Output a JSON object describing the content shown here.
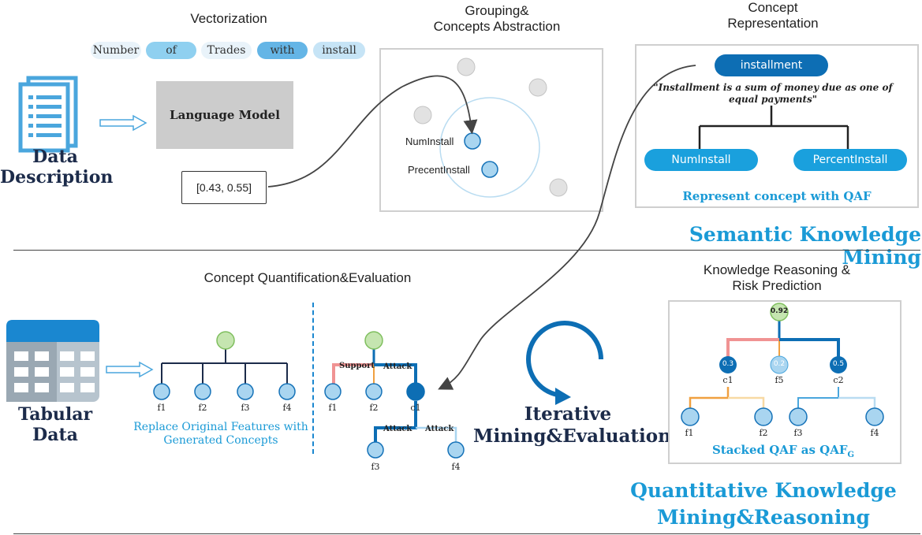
{
  "semantic": {
    "vectorization_title": "Vectorization",
    "tokens": [
      "Number",
      "of",
      "Trades",
      "with",
      "install"
    ],
    "language_model": "Language Model",
    "vector": "[0.43, 0.55]",
    "data_description": "Data\nDescription",
    "grouping_title": "Grouping&\nConcepts Abstraction",
    "cluster_labels": [
      "NumInstall",
      "PrecentInstall"
    ],
    "concept_title": "Concept\nRepresentation",
    "concept_root": "installment",
    "definition": "\"Installment is a sum of money due as one of equal payments\"",
    "concept_children": [
      "NumInstall",
      "PercentInstall"
    ],
    "represent_caption": "Represent concept with QAF",
    "section_title": "Semantic Knowledge Mining"
  },
  "quantitative": {
    "tabular_data": "Tabular\nData",
    "quant_title": "Concept Quantification&Evaluation",
    "left_tree_leaves": [
      "f1",
      "f2",
      "f3",
      "f4"
    ],
    "replace_caption": "Replace Original Features with\nGenerated Concepts",
    "right_tree_leaves": [
      "f1",
      "f2",
      "c1"
    ],
    "right_tree_sub_leaves": [
      "f3",
      "f4"
    ],
    "edge_labels": {
      "support": "Support",
      "attack1": "Attack",
      "attack2": "Attack",
      "attack3": "Attack"
    },
    "iterative_label": "Iterative\nMining&Evaluation",
    "reasoning_title": "Knowledge Reasoning &\nRisk Prediction",
    "qaf_root_value": "0.92",
    "qaf_mid_values": [
      "0.3",
      "0.2",
      "0.5"
    ],
    "qaf_mid_labels": [
      "c1",
      "f5",
      "c2"
    ],
    "qaf_leaves": [
      "f1",
      "f2",
      "f3",
      "f4"
    ],
    "stacked_caption": "Stacked QAF as QAF",
    "stacked_subscript": "G",
    "section_title": "Quantitative Knowledge\nMining&Reasoning"
  },
  "colors": {
    "accent": "#1a9ad6",
    "node_light": "#a9d5f0",
    "node_dark": "#0d6eb4",
    "root_green": "#c5e5b0",
    "support": "#f09393",
    "attack": "#0d6eb4",
    "orange": "#f0a040"
  }
}
